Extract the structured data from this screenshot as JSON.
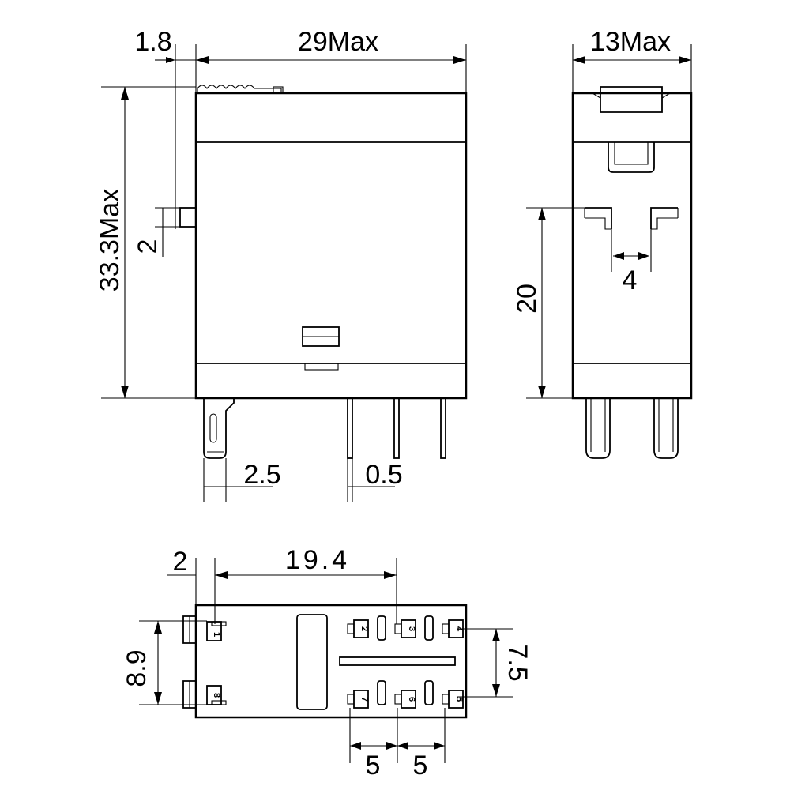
{
  "front_view": {
    "width_label": "29Max",
    "height_label": "33.3Max",
    "top_offset_label": "1.8",
    "side_tab_label": "2",
    "pin_width_label": "2.5",
    "pin_thickness_label": "0.5"
  },
  "side_view": {
    "width_label": "13Max",
    "height_label": "20",
    "gap_label": "4"
  },
  "bottom_view": {
    "pitch_label": "19.4",
    "edge_offset_label": "2",
    "coil_pin_spacing_label": "8.9",
    "row_spacing_label": "7.5",
    "pin_spacing_1_label": "5",
    "pin_spacing_2_label": "5",
    "pin_numbers": [
      "1",
      "2",
      "3",
      "4",
      "5",
      "6",
      "7",
      "8"
    ]
  }
}
